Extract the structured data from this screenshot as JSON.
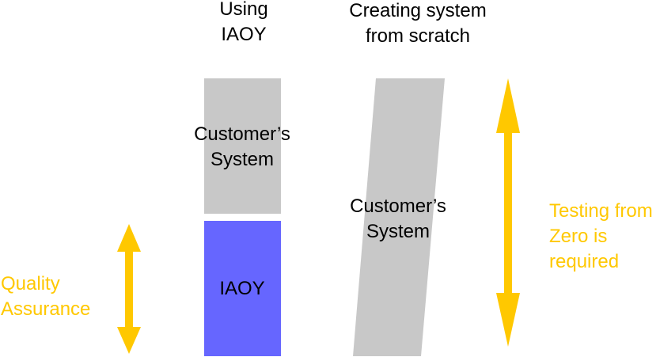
{
  "columns": {
    "iaoy": {
      "heading": [
        "Using",
        "IAOY"
      ],
      "upper_block_label": [
        "Customer’s",
        "System"
      ],
      "lower_block_label": "IAOY"
    },
    "scratch": {
      "heading": [
        "Creating system",
        "from scratch"
      ],
      "block_label": [
        "Customer’s",
        "System"
      ]
    }
  },
  "annotations": {
    "quality_assurance": [
      "Quality",
      "Assurance"
    ],
    "testing_from_zero": [
      "Testing from",
      "Zero is",
      "required"
    ]
  },
  "colors": {
    "system_block": "#C8C8C8",
    "iaoy_block": "#6666FF",
    "arrow": "#FFC800",
    "annotation_text": "#FFC800",
    "label_text": "#000000"
  },
  "icons": {
    "short_arrow": "double-headed-vertical-arrow-icon",
    "long_arrow": "double-headed-vertical-arrow-icon"
  }
}
